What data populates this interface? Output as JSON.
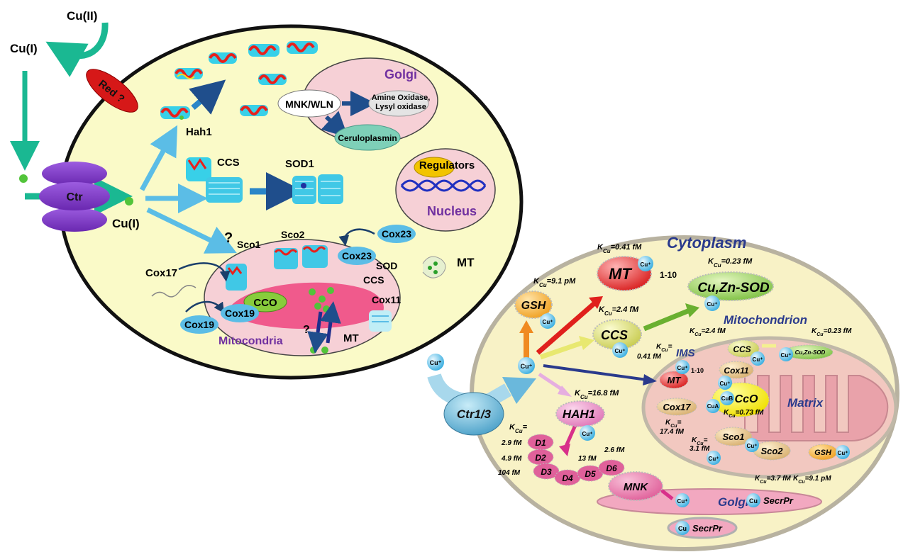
{
  "left": {
    "cu2": "Cu(II)",
    "cu1_top": "Cu(I)",
    "red": "Red ?",
    "ctr": "Ctr",
    "cu1_bottom": "Cu(I)",
    "hah1": "Hah1",
    "ccs": "CCS",
    "sod1": "SOD1",
    "golgi": "Golgi",
    "mnk": "MNK/WLN",
    "amine_1": "Amine Oxidase,",
    "amine_2": "Lysyl oxidase",
    "ceruloplasmin": "Ceruloplasmin",
    "regulators": "Regulators",
    "nucleus": "Nucleus",
    "q1": "?",
    "q2": "?",
    "sco1": "Sco1",
    "sco2": "Sco2",
    "cox23_out": "Cox23",
    "cox23_in": "Cox23",
    "sod": "SOD",
    "ccs_mito": "CCS",
    "cox11": "Cox11",
    "cox17": "Cox17",
    "cco": "CCO",
    "cox19_out": "Cox19",
    "cox19_in": "Cox19",
    "mitocondria": "Mitocondria",
    "mt_mito": "MT",
    "mt": "MT"
  },
  "right": {
    "cytoplasm": "Cytoplasm",
    "mitochondrion": "Mitochondrion",
    "ims": "IMS",
    "matrix": "Matrix",
    "golgi": "Golgi",
    "ctr13": "Ctr1/3",
    "cu_plus": "Cu⁺",
    "cu": "Cu",
    "mt": "MT",
    "mt_range": "1-10",
    "mt_k": "=0.41 fM",
    "gsh": "GSH",
    "gsh_k": "=9.1 pM",
    "sod": "Cu,Zn-SOD",
    "sod_k": "=0.23 fM",
    "ccs": "CCS",
    "ccs_k": "=2.4 fM",
    "hah1": "HAH1",
    "hah1_k": "=16.8 fM",
    "k_prefix": "K",
    "k_sub": "Cu",
    "mnk": "MNK",
    "secr1": "SecrPr",
    "secr2": "SecrPr",
    "d1": "D1",
    "d2": "D2",
    "d3": "D3",
    "d4": "D4",
    "d5": "D5",
    "d6": "D6",
    "dk_head": "=",
    "dk1": "2.9 fM",
    "dk2": "4.9 fM",
    "dk3": "104 fM",
    "dk5": "13 fM",
    "dk6": "2.6 fM",
    "ims_ccs": "CCS",
    "ims_ccs_k": "=2.4 fM",
    "ims_sod": "Cu,Zn-SOD",
    "ims_sod_k": "=0.23 fM",
    "ims_mt": "MT",
    "ims_mt_k1": "=",
    "ims_mt_k2": "0.41 fM",
    "ims_mt_range": "1-10",
    "cox11": "Cox11",
    "cox17": "Cox17",
    "cox17_k1": "=",
    "cox17_k2": "17.4 fM",
    "cco": "CcO",
    "cco_k": "=0.73 fM",
    "cua": "CuA",
    "cub": "CuB",
    "sco1": "Sco1",
    "sco1_k1": "=",
    "sco1_k2": "3.1 fM",
    "sco2": "Sco2",
    "sco2_k": "=3.7 fM",
    "gsh_m": "GSH",
    "gsh_m_k": "=9.1 pM"
  }
}
